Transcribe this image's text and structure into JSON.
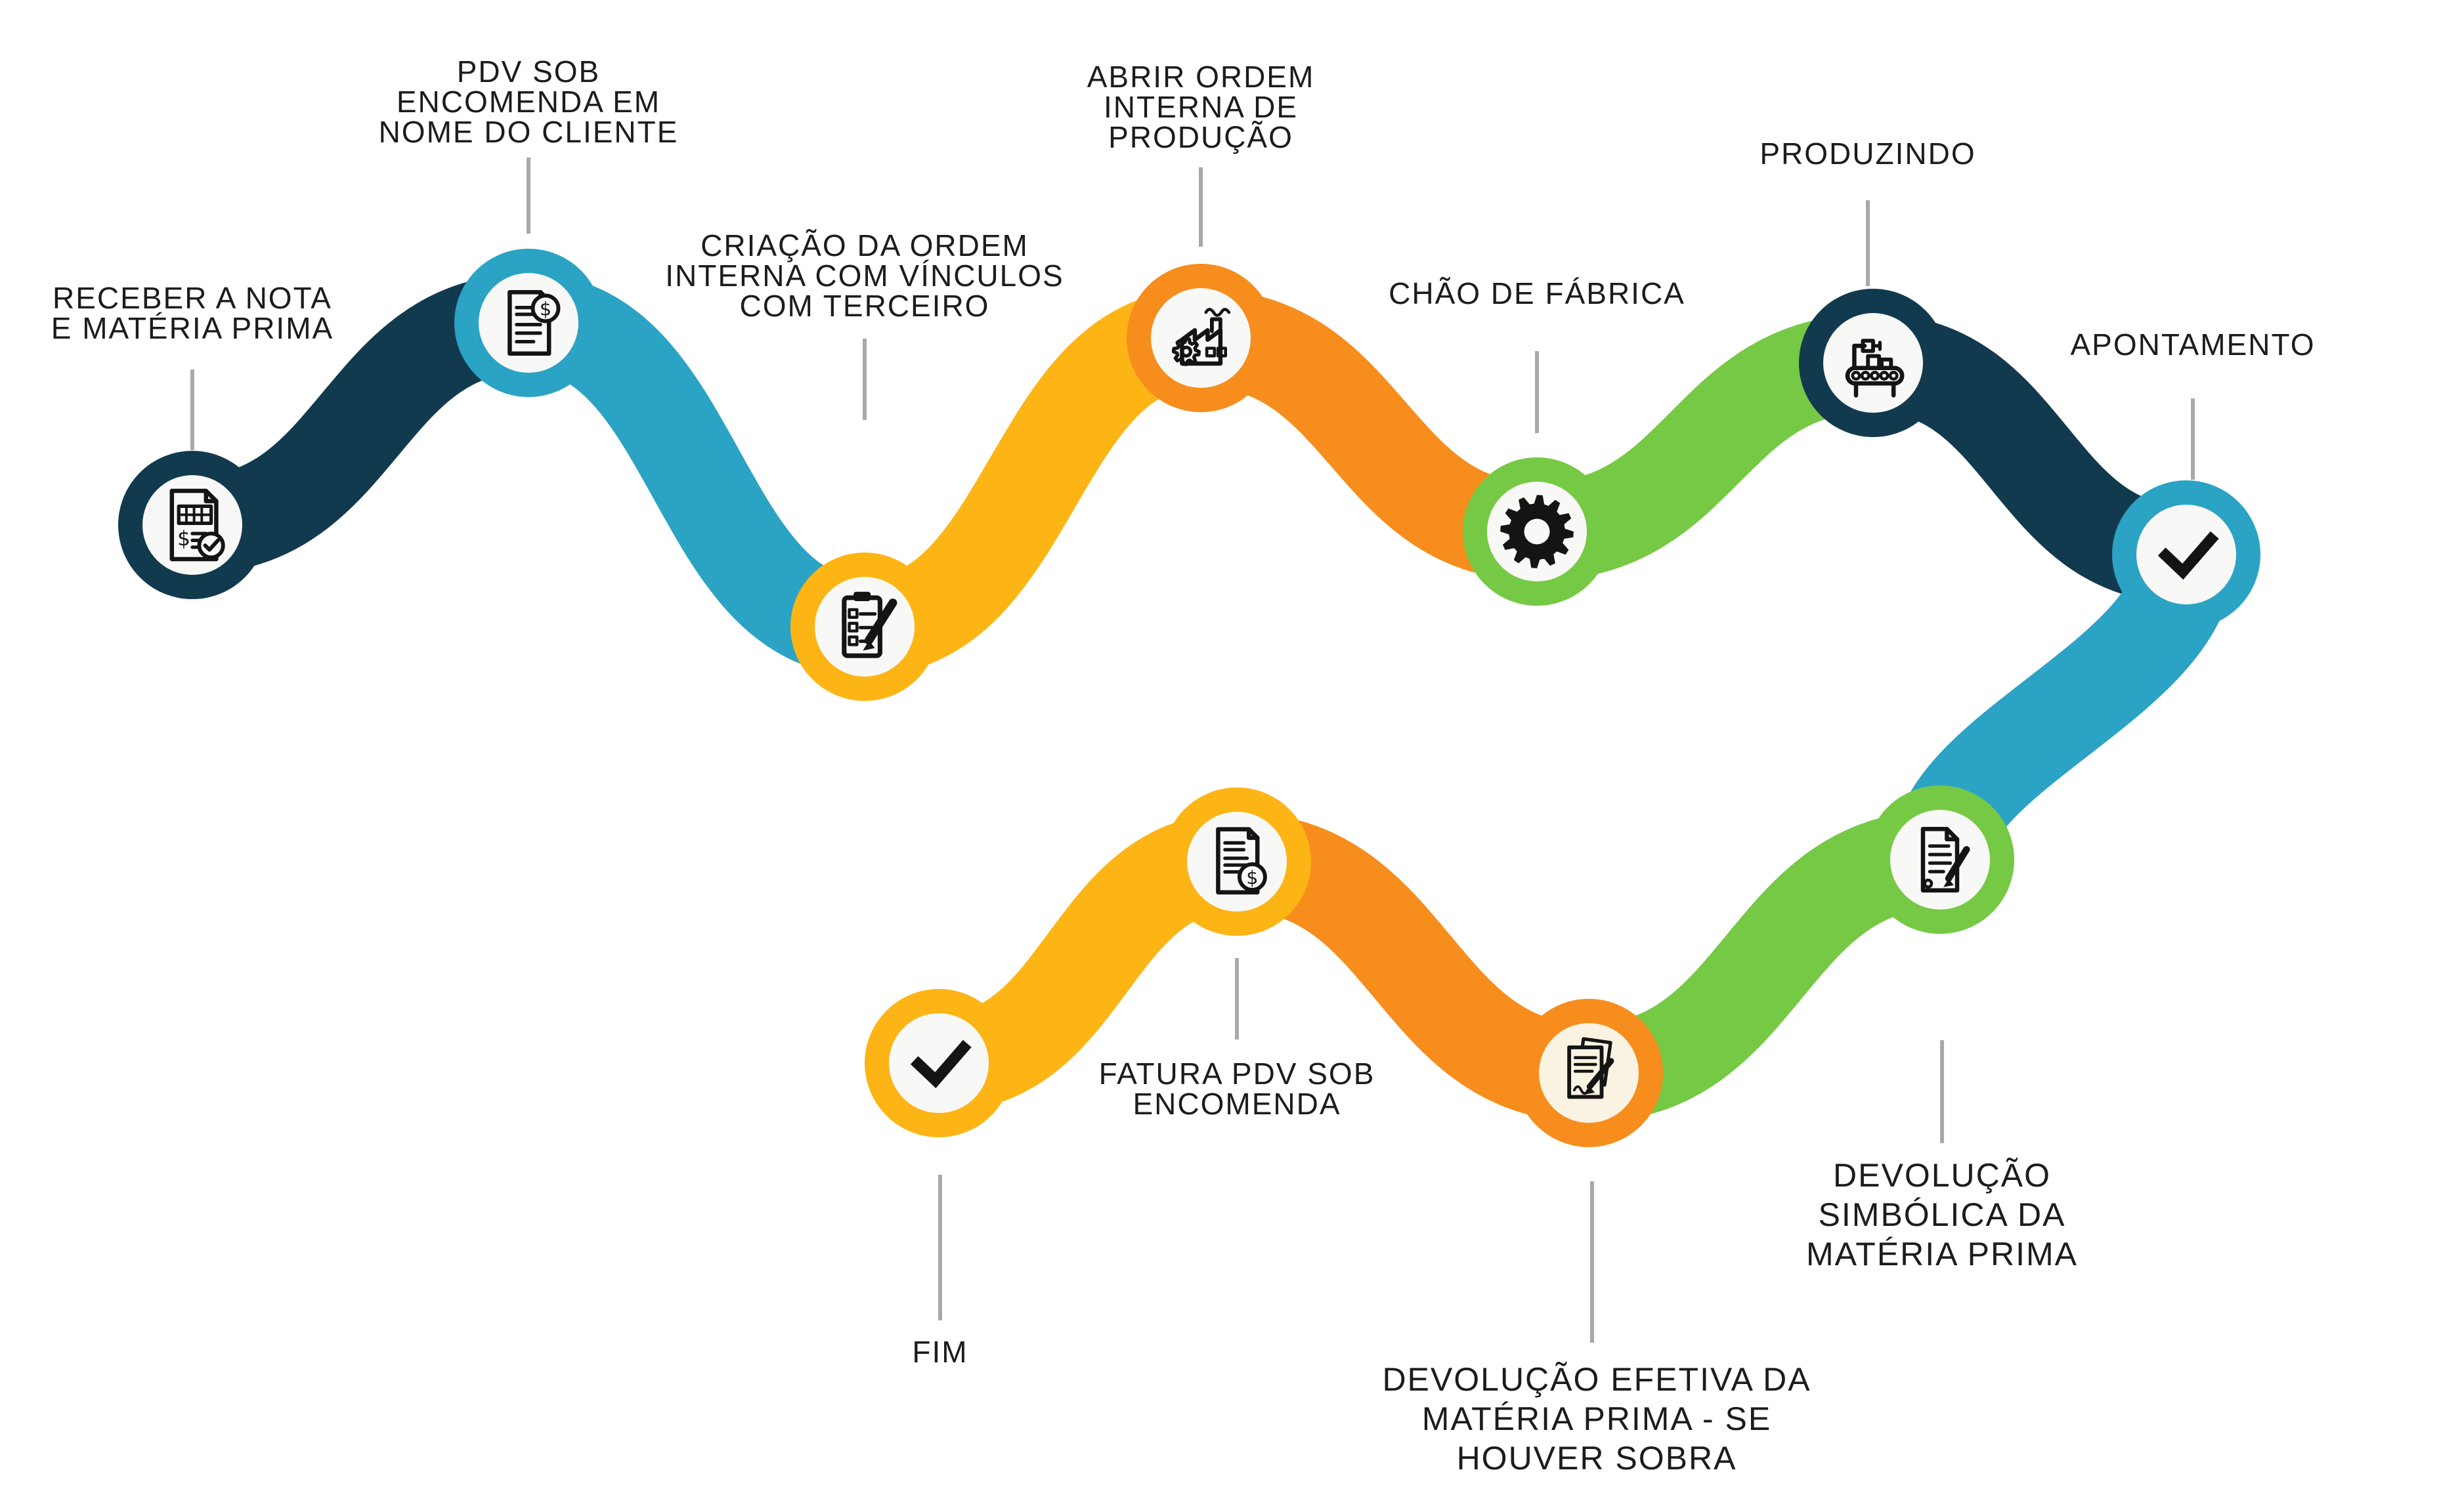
{
  "diagram": {
    "language": "pt-BR",
    "background": "#FFFFFF",
    "nodes": [
      {
        "id": "receber-nota",
        "label_lines": [
          "RECEBER A NOTA",
          "E MATÉRIA PRIMA"
        ],
        "icon": "invoice-calculator-icon",
        "color": "navy",
        "label_position": "above"
      },
      {
        "id": "pdv-sob-encomenda",
        "label_lines": [
          "PDV SOB",
          "ENCOMENDA EM",
          "NOME DO CLIENTE"
        ],
        "icon": "invoice-dollar-icon",
        "color": "teal",
        "label_position": "above"
      },
      {
        "id": "criacao-ordem-interna",
        "label_lines": [
          "CRIAÇÃO DA ORDEM",
          "INTERNA COM VÍNCULOS",
          "COM TERCEIRO"
        ],
        "icon": "clipboard-pen-icon",
        "color": "yellow",
        "label_position": "above"
      },
      {
        "id": "abrir-ordem-interna",
        "label_lines": [
          "ABRIR ORDEM",
          "INTERNA DE",
          "PRODUÇÃO"
        ],
        "icon": "factory-gear-icon",
        "color": "orange",
        "label_position": "above"
      },
      {
        "id": "chao-de-fabrica",
        "label_lines": [
          "CHÃO DE FÁBRICA"
        ],
        "icon": "gear-icon",
        "color": "green",
        "label_position": "above"
      },
      {
        "id": "produzindo",
        "label_lines": [
          "PRODUZINDO"
        ],
        "icon": "production-line-icon",
        "color": "navy",
        "label_position": "above"
      },
      {
        "id": "apontamento",
        "label_lines": [
          "APONTAMENTO"
        ],
        "icon": "check-icon",
        "color": "teal",
        "label_position": "above"
      },
      {
        "id": "devolucao-simbolica",
        "label_lines": [
          "DEVOLUÇÃO",
          "SIMBÓLICA DA",
          "MATÉRIA PRIMA"
        ],
        "icon": "document-pencil-icon",
        "color": "green",
        "label_position": "below"
      },
      {
        "id": "devolucao-efetiva",
        "label_lines": [
          "DEVOLUÇÃO EFETIVA DA",
          "MATÉRIA PRIMA - SE",
          "HOUVER SOBRA"
        ],
        "icon": "documents-sign-icon",
        "color": "orange",
        "label_position": "below",
        "inner": "cream"
      },
      {
        "id": "fatura-pdv",
        "label_lines": [
          "FATURA PDV SOB",
          "ENCOMENDA"
        ],
        "icon": "invoice-dollar-br-icon",
        "color": "yellow",
        "label_position": "below"
      },
      {
        "id": "fim",
        "label_lines": [
          "FIM"
        ],
        "icon": "check-icon",
        "color": "yellow",
        "label_position": "below"
      }
    ],
    "links": [
      {
        "from": 0,
        "to": 1,
        "color": "navy"
      },
      {
        "from": 1,
        "to": 2,
        "color": "teal"
      },
      {
        "from": 2,
        "to": 3,
        "color": "yellow"
      },
      {
        "from": 3,
        "to": 4,
        "color": "orange"
      },
      {
        "from": 4,
        "to": 5,
        "color": "green"
      },
      {
        "from": 5,
        "to": 6,
        "color": "navy"
      },
      {
        "from": 6,
        "to": 7,
        "color": "teal"
      },
      {
        "from": 7,
        "to": 8,
        "color": "green"
      },
      {
        "from": 8,
        "to": 9,
        "color": "orange"
      },
      {
        "from": 9,
        "to": 10,
        "color": "yellow"
      }
    ],
    "colors": {
      "navy": "#123A4F",
      "teal": "#2BA3C4",
      "yellow": "#FDB515",
      "orange": "#F68D1C",
      "green": "#76C944",
      "inner_circle": "#F8F8F6",
      "inner_circle_cream": "#FBF3E2",
      "icon_ink": "#141414",
      "label_text": "#1C1C1C",
      "connector_line": "#A9A9A9"
    }
  }
}
